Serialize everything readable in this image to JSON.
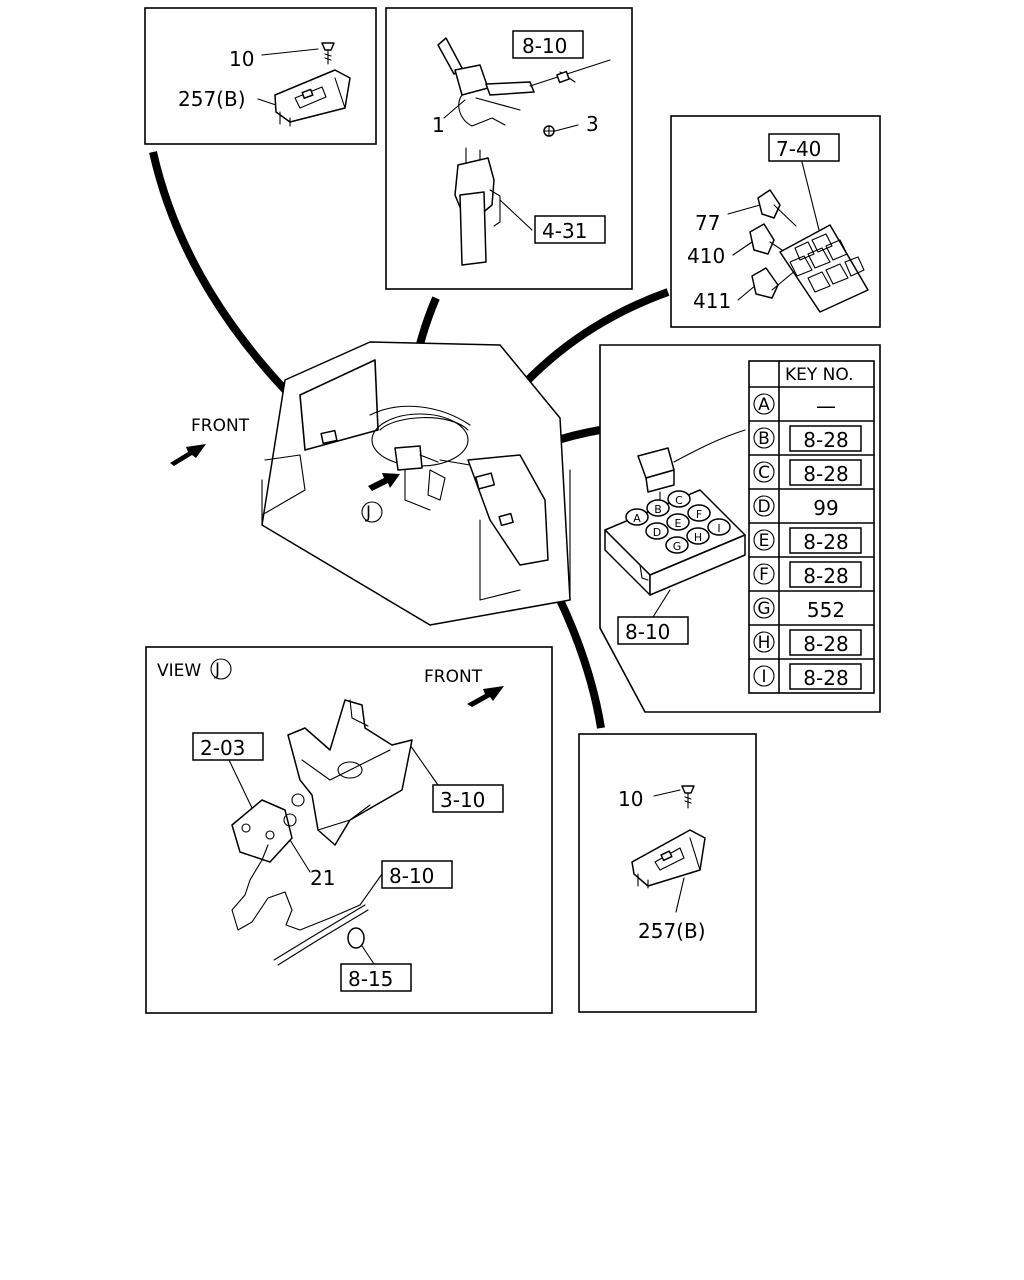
{
  "labels": {
    "top_left": {
      "part_10": "10",
      "part_257b": "257(B)"
    },
    "top_center": {
      "ref_8_10": "8-10",
      "part_1": "1",
      "part_3": "3",
      "ref_4_31": "4-31"
    },
    "top_right": {
      "ref_7_40": "7-40",
      "part_77": "77",
      "part_410": "410",
      "part_411": "411"
    },
    "dashboard": {
      "front": "FRONT",
      "view_marker": "J"
    },
    "relay_box": {
      "ref_8_10": "8-10"
    },
    "view_j": {
      "title": "VIEW",
      "marker": "J",
      "front": "FRONT",
      "ref_2_03": "2-03",
      "ref_3_10": "3-10",
      "part_21": "21",
      "ref_8_10": "8-10",
      "ref_8_15": "8-15"
    },
    "bottom_right": {
      "part_10": "10",
      "part_257b": "257(B)"
    }
  },
  "key_table": {
    "header": "KEY NO.",
    "rows": [
      {
        "key": "A",
        "value": "—",
        "boxed": false
      },
      {
        "key": "B",
        "value": "8-28",
        "boxed": true
      },
      {
        "key": "C",
        "value": "8-28",
        "boxed": true
      },
      {
        "key": "D",
        "value": "99",
        "boxed": false
      },
      {
        "key": "E",
        "value": "8-28",
        "boxed": true
      },
      {
        "key": "F",
        "value": "8-28",
        "boxed": true
      },
      {
        "key": "G",
        "value": "552",
        "boxed": false
      },
      {
        "key": "H",
        "value": "8-28",
        "boxed": true
      },
      {
        "key": "I",
        "value": "8-28",
        "boxed": true
      }
    ]
  },
  "relay_grid_letters": [
    "A",
    "B",
    "C",
    "D",
    "E",
    "F",
    "G",
    "H",
    "I"
  ]
}
